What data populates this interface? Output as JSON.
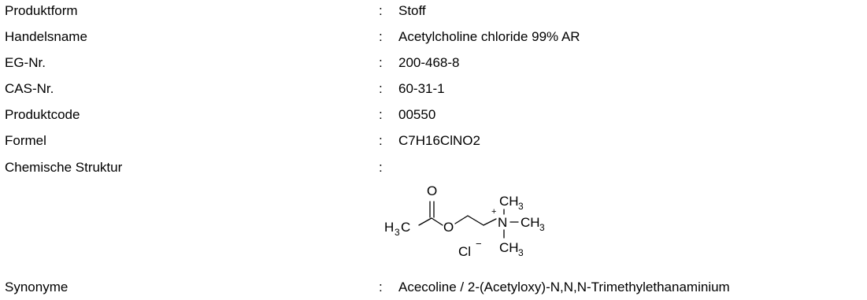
{
  "rows": [
    {
      "label": "Produktform",
      "value": "Stoff"
    },
    {
      "label": "Handelsname",
      "value": "Acetylcholine chloride 99% AR"
    },
    {
      "label": "EG-Nr.",
      "value": "200-468-8"
    },
    {
      "label": "CAS-Nr.",
      "value": "60-31-1"
    },
    {
      "label": "Produktcode",
      "value": "00550"
    },
    {
      "label": "Formel",
      "value": "C7H16ClNO2"
    }
  ],
  "structure_row": {
    "label": "Chemische Struktur"
  },
  "synonyms_row": {
    "label": "Synonyme",
    "value": "Acecoline / 2-(Acetyloxy)-N,N,N-Trimethylethanaminium"
  },
  "separator": ":",
  "structure_labels": {
    "carbonyl_o": "O",
    "methyl_h": "H",
    "methyl_c": "C",
    "ester_o": "O",
    "plus": "+",
    "n": "N",
    "ch": "CH",
    "sub3": "3",
    "cl": "Cl",
    "minus": "−"
  }
}
